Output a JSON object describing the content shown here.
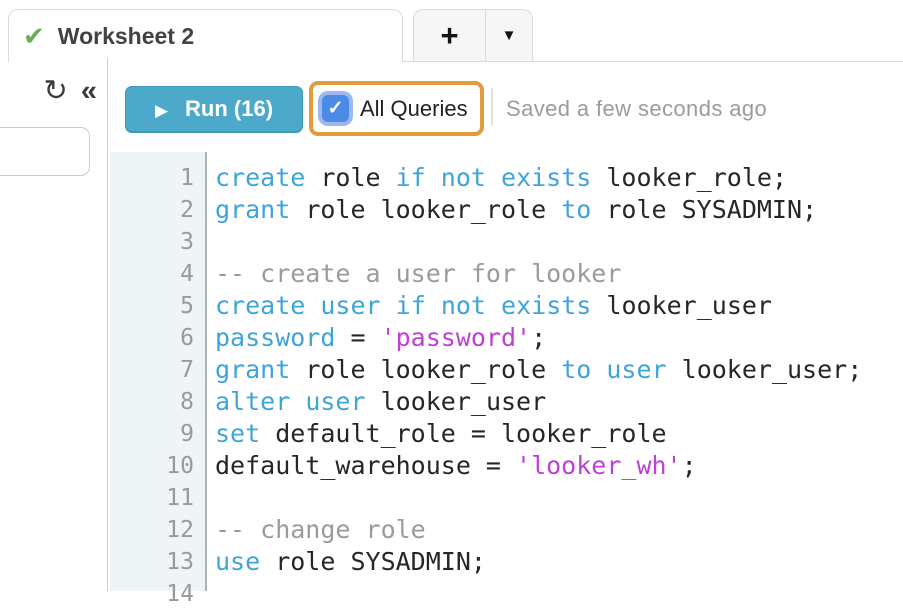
{
  "colors": {
    "keyword": "#3FA4D9",
    "string": "#BE41D6",
    "comment": "#9B9B9B",
    "plain": "#262626",
    "run_button_bg": "#4CA9C9",
    "run_button_border": "#3E97B7",
    "checkbox_blue": "#4A8BE8",
    "checkbox_halo": "#9BB9F0",
    "annotation_orange": "#E29C3B",
    "check_green": "#6CAD55",
    "gutter_bg": "#EFF4F6"
  },
  "icons": {
    "check": "✔",
    "refresh": "↻",
    "collapse": "«",
    "plus": "+",
    "caret_down": "▼",
    "play": "▶",
    "checkbox_check": "✓"
  },
  "tabs": {
    "active": {
      "label": "Worksheet 2"
    }
  },
  "toolbar": {
    "run_label": "Run (16)",
    "all_queries_label": "All Queries",
    "saved_status": "Saved a few seconds ago"
  },
  "editor": {
    "lines": [
      {
        "n": 1,
        "tokens": [
          [
            "kw",
            "create"
          ],
          [
            "pl",
            " role "
          ],
          [
            "kw",
            "if"
          ],
          [
            "pl",
            " "
          ],
          [
            "kw",
            "not"
          ],
          [
            "pl",
            " "
          ],
          [
            "kw",
            "exists"
          ],
          [
            "pl",
            " looker_role;"
          ]
        ]
      },
      {
        "n": 2,
        "tokens": [
          [
            "kw",
            "grant"
          ],
          [
            "pl",
            " role looker_role "
          ],
          [
            "kw",
            "to"
          ],
          [
            "pl",
            " role SYSADMIN;"
          ]
        ]
      },
      {
        "n": 3,
        "tokens": []
      },
      {
        "n": 4,
        "tokens": [
          [
            "cm",
            "-- create a user for looker"
          ]
        ]
      },
      {
        "n": 5,
        "tokens": [
          [
            "kw",
            "create"
          ],
          [
            "pl",
            " "
          ],
          [
            "kw",
            "user"
          ],
          [
            "pl",
            " "
          ],
          [
            "kw",
            "if"
          ],
          [
            "pl",
            " "
          ],
          [
            "kw",
            "not"
          ],
          [
            "pl",
            " "
          ],
          [
            "kw",
            "exists"
          ],
          [
            "pl",
            " looker_user"
          ]
        ]
      },
      {
        "n": 6,
        "tokens": [
          [
            "kw",
            "password"
          ],
          [
            "pl",
            " = "
          ],
          [
            "st",
            "'password'"
          ],
          [
            "pl",
            ";"
          ]
        ]
      },
      {
        "n": 7,
        "tokens": [
          [
            "kw",
            "grant"
          ],
          [
            "pl",
            " role looker_role "
          ],
          [
            "kw",
            "to"
          ],
          [
            "pl",
            " "
          ],
          [
            "kw",
            "user"
          ],
          [
            "pl",
            " looker_user;"
          ]
        ]
      },
      {
        "n": 8,
        "tokens": [
          [
            "kw",
            "alter"
          ],
          [
            "pl",
            " "
          ],
          [
            "kw",
            "user"
          ],
          [
            "pl",
            " looker_user"
          ]
        ]
      },
      {
        "n": 9,
        "tokens": [
          [
            "kw",
            "set"
          ],
          [
            "pl",
            " default_role = looker_role"
          ]
        ]
      },
      {
        "n": 10,
        "tokens": [
          [
            "pl",
            "default_warehouse = "
          ],
          [
            "st",
            "'looker_wh'"
          ],
          [
            "pl",
            ";"
          ]
        ]
      },
      {
        "n": 11,
        "tokens": []
      },
      {
        "n": 12,
        "tokens": [
          [
            "cm",
            "-- change role"
          ]
        ]
      },
      {
        "n": 13,
        "tokens": [
          [
            "kw",
            "use"
          ],
          [
            "pl",
            " role SYSADMIN;"
          ]
        ]
      },
      {
        "n": 14,
        "tokens": []
      }
    ]
  }
}
